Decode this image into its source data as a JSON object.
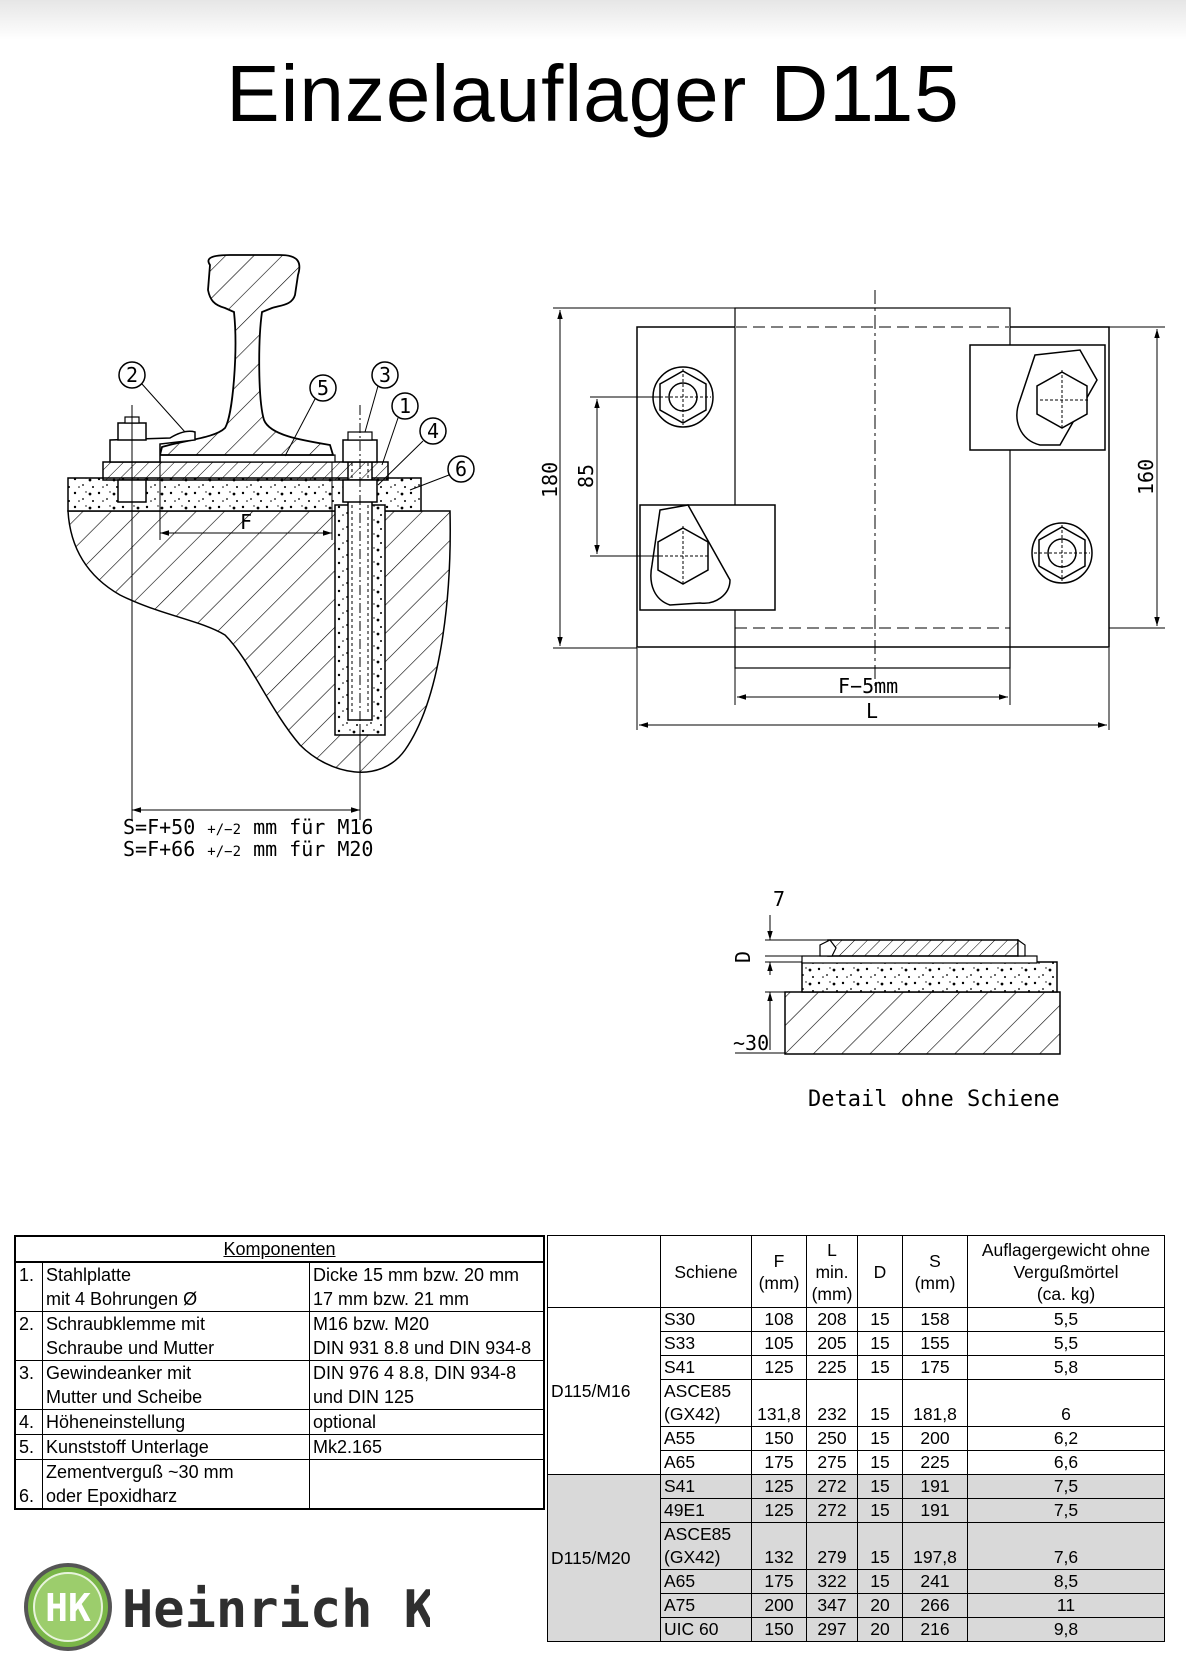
{
  "title": "Einzelauflager D115",
  "drawing": {
    "balloons": [
      "1",
      "2",
      "3",
      "4",
      "5",
      "6"
    ],
    "dim_F": "F",
    "dim_F5": "F−5mm",
    "dim_L": "L",
    "dim_180": "180",
    "dim_85": "85",
    "dim_160": "160",
    "formula_1": "S=F+50",
    "formula_2": "S=F+66",
    "tolerance": "+/−2",
    "formula_tail_1": "mm  für  M16",
    "formula_tail_2": "mm  für  M20",
    "detail_7": "7",
    "detail_D": "D",
    "detail_30": "~30",
    "detail_caption": "Detail  ohne  Schiene"
  },
  "components": {
    "header": "Komponenten",
    "rows": [
      {
        "num": "1.",
        "desc": "Stahlplatte",
        "spec": "Dicke 15 mm bzw. 20 mm"
      },
      {
        "num": "",
        "desc": "mit 4 Bohrungen Ø",
        "spec": "17 mm bzw. 21 mm"
      },
      {
        "num": "2.",
        "desc": "Schraubklemme mit",
        "spec": "M16 bzw. M20"
      },
      {
        "num": "",
        "desc": "Schraube und Mutter",
        "spec": "DIN 931 8.8 und DIN 934-8"
      },
      {
        "num": "3.",
        "desc": "Gewindeanker mit",
        "spec": "DIN 976 4 8.8, DIN 934-8"
      },
      {
        "num": "",
        "desc": "Mutter und Scheibe",
        "spec": "und DIN 125"
      },
      {
        "num": "4.",
        "desc": "Höheneinstellung",
        "spec": "optional"
      },
      {
        "num": "5.",
        "desc": "Kunststoff Unterlage",
        "spec": "Mk2.165"
      },
      {
        "num": "6.",
        "desc": "Zementverguß ~30 mm",
        "spec": ""
      },
      {
        "num": "",
        "desc": "oder Epoxidharz",
        "spec": ""
      }
    ]
  },
  "rail_table": {
    "headers": {
      "schiene": "Schiene",
      "f": "F",
      "f_unit": "(mm)",
      "l": "L",
      "l_min": "min.",
      "l_unit": "(mm)",
      "d": "D",
      "s": "S",
      "s_unit": "(mm)",
      "weight_1": "Auflagergewicht ohne",
      "weight_2": "Vergußmörtel",
      "weight_3": "(ca. kg)"
    },
    "groups": [
      {
        "name": "D115/M16",
        "rows": [
          {
            "rail": "S30",
            "f": "108",
            "l": "208",
            "d": "15",
            "s": "158",
            "w": "5,5"
          },
          {
            "rail": "S33",
            "f": "105",
            "l": "205",
            "d": "15",
            "s": "155",
            "w": "5,5"
          },
          {
            "rail": "S41",
            "f": "125",
            "l": "225",
            "d": "15",
            "s": "175",
            "w": "5,8"
          },
          {
            "rail": "ASCE85",
            "rail2": "(GX42)",
            "f": "131,8",
            "l": "232",
            "d": "15",
            "s": "181,8",
            "w": "6"
          },
          {
            "rail": "A55",
            "f": "150",
            "l": "250",
            "d": "15",
            "s": "200",
            "w": "6,2"
          },
          {
            "rail": "A65",
            "f": "175",
            "l": "275",
            "d": "15",
            "s": "225",
            "w": "6,6"
          }
        ]
      },
      {
        "name": "D115/M20",
        "rows": [
          {
            "rail": "S41",
            "f": "125",
            "l": "272",
            "d": "15",
            "s": "191",
            "w": "7,5"
          },
          {
            "rail": "49E1",
            "f": "125",
            "l": "272",
            "d": "15",
            "s": "191",
            "w": "7,5"
          },
          {
            "rail": "ASCE85",
            "rail2": "(GX42)",
            "f": "132",
            "l": "279",
            "d": "15",
            "s": "197,8",
            "w": "7,6"
          },
          {
            "rail": "A65",
            "f": "175",
            "l": "322",
            "d": "15",
            "s": "241",
            "w": "8,5"
          },
          {
            "rail": "A75",
            "f": "200",
            "l": "347",
            "d": "20",
            "s": "266",
            "w": "11"
          },
          {
            "rail": "UIC 60",
            "f": "150",
            "l": "297",
            "d": "20",
            "s": "216",
            "w": "9,8"
          }
        ]
      }
    ]
  },
  "logo": {
    "monogram": "HK",
    "name": "Heinrich Krug",
    "colors": {
      "green": "#7ab648",
      "dark": "#2f2f2f"
    }
  }
}
